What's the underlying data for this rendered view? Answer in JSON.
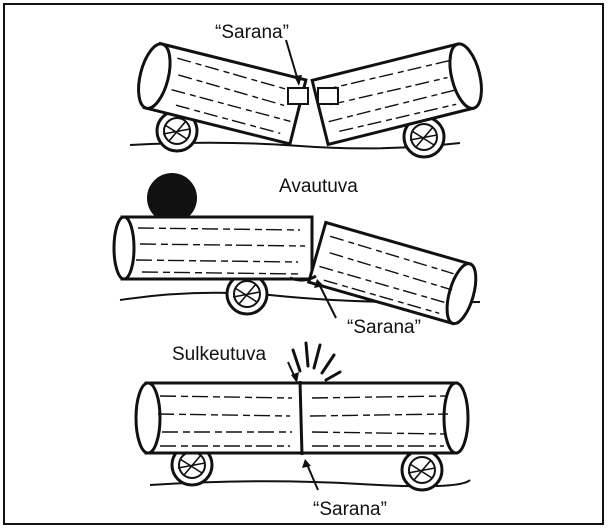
{
  "labels": {
    "hinge_top": "“Sarana”",
    "opening": "Avautuva",
    "hinge_middle": "“Sarana”",
    "closing": "Sulkeutuva",
    "hinge_bottom": "“Sarana”"
  },
  "colors": {
    "ink": "#111111",
    "paper": "#ffffff"
  }
}
